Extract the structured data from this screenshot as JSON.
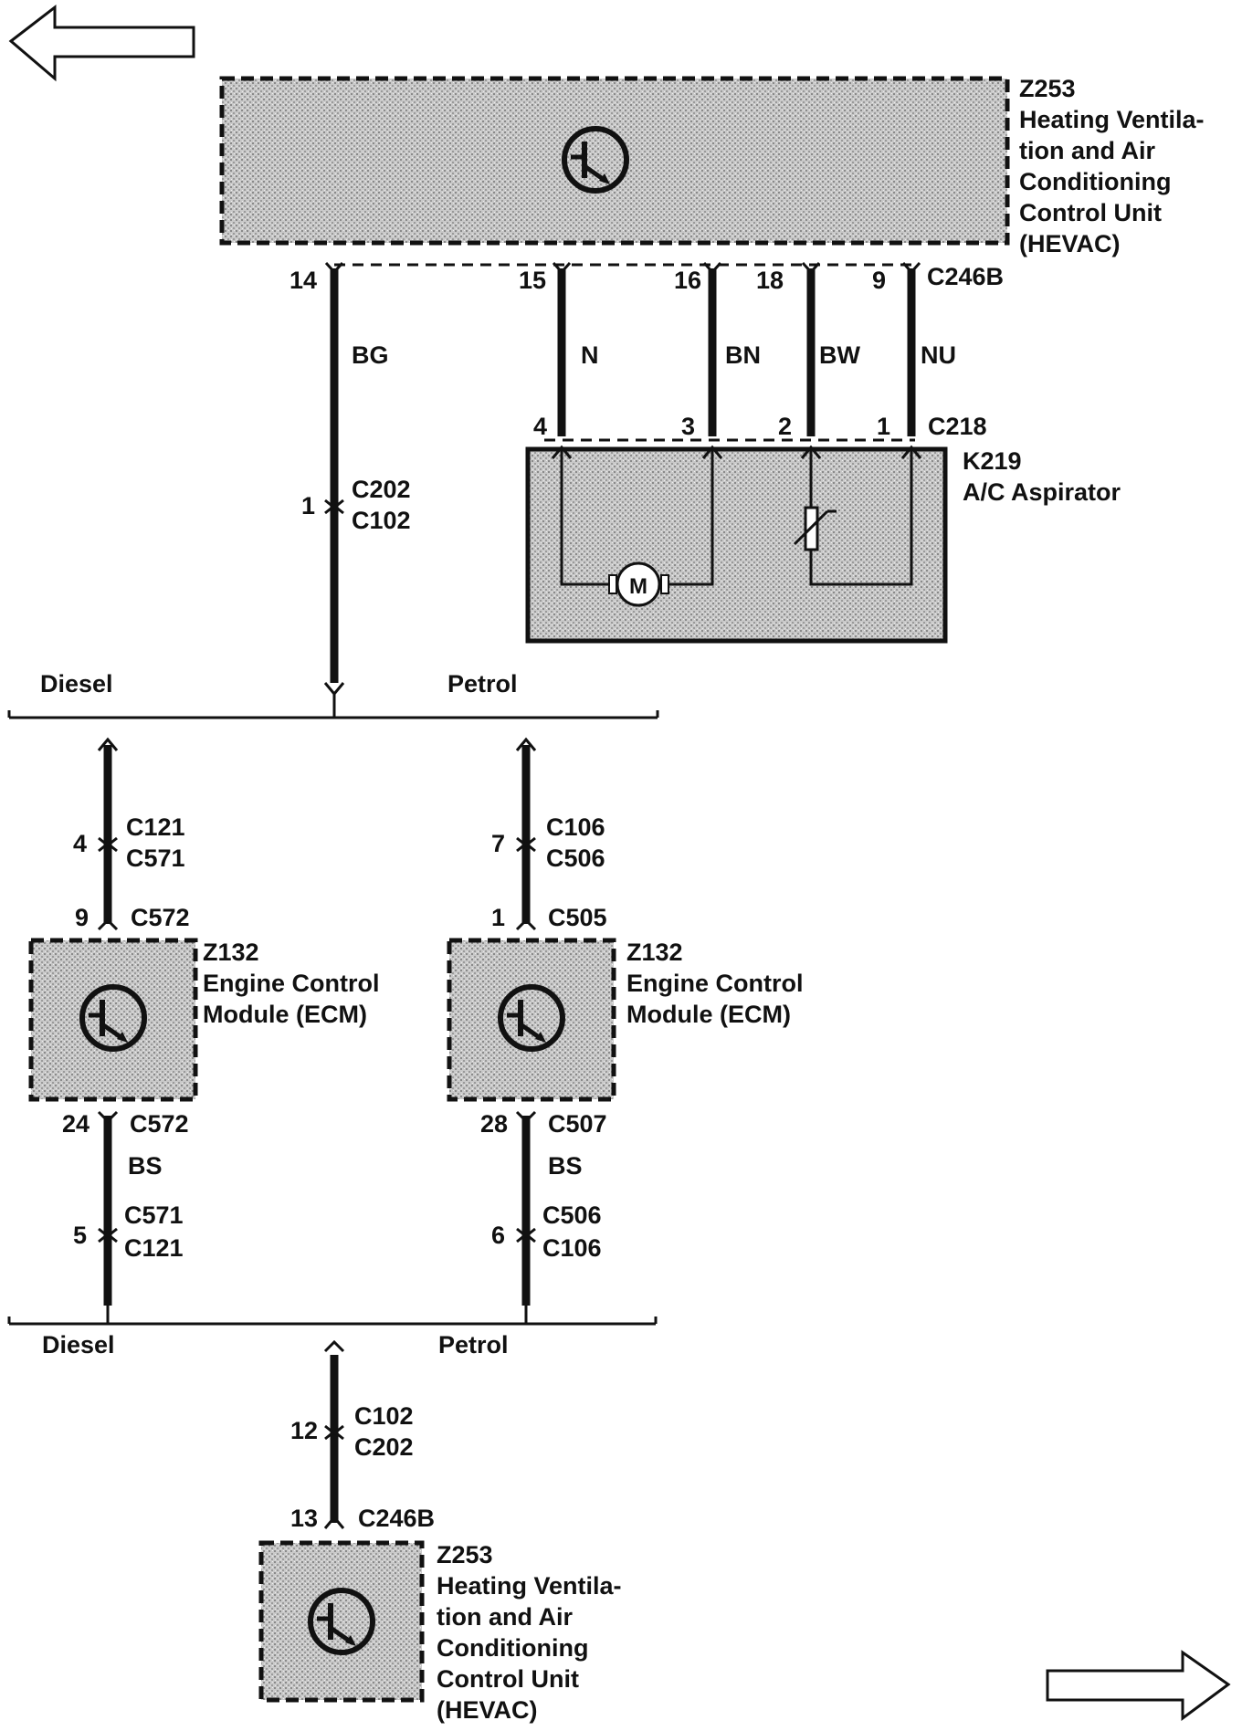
{
  "diagram": {
    "nav": {
      "back_arrow": "arrow-left-icon",
      "forward_arrow": "arrow-right-icon"
    },
    "hevac_top": {
      "code": "Z253",
      "name_lines": [
        "Heating Ventila-",
        "tion and Air",
        "Conditioning",
        "Control Unit",
        "(HEVAC)"
      ],
      "connector": "C246B",
      "pins": [
        "14",
        "15",
        "16",
        "18",
        "9"
      ]
    },
    "wires_top": [
      "BG",
      "N",
      "BN",
      "BW",
      "NU"
    ],
    "aspirator": {
      "code": "K219",
      "name": "A/C Aspirator",
      "connector": "C218",
      "pins": [
        "4",
        "3",
        "2",
        "1"
      ],
      "motor_label": "M"
    },
    "inline_bg": {
      "pin": "1",
      "connector_a": "C202",
      "connector_b": "C102"
    },
    "variant_split_top": {
      "left": "Diesel",
      "right": "Petrol"
    },
    "diesel_branch": {
      "inline_pin": "4",
      "inline_a": "C121",
      "inline_b": "C571",
      "ecm_in_pin": "9",
      "ecm_in_connector": "C572",
      "ecm_code": "Z132",
      "ecm_name_lines": [
        "Engine Control",
        "Module (ECM)"
      ],
      "ecm_out_pin": "24",
      "ecm_out_connector": "C572",
      "wire": "BS",
      "inline2_pin": "5",
      "inline2_a": "C571",
      "inline2_b": "C121"
    },
    "petrol_branch": {
      "inline_pin": "7",
      "inline_a": "C106",
      "inline_b": "C506",
      "ecm_in_pin": "1",
      "ecm_in_connector": "C505",
      "ecm_code": "Z132",
      "ecm_name_lines": [
        "Engine Control",
        "Module (ECM)"
      ],
      "ecm_out_pin": "28",
      "ecm_out_connector": "C507",
      "wire": "BS",
      "inline2_pin": "6",
      "inline2_a": "C506",
      "inline2_b": "C106"
    },
    "variant_split_bottom": {
      "left": "Diesel",
      "right": "Petrol"
    },
    "inline_bottom": {
      "pin": "12",
      "connector_a": "C102",
      "connector_b": "C202"
    },
    "hevac_bottom": {
      "pin": "13",
      "connector": "C246B",
      "code": "Z253",
      "name_lines": [
        "Heating Ventila-",
        "tion and Air",
        "Conditioning",
        "Control Unit",
        "(HEVAC)"
      ]
    }
  }
}
